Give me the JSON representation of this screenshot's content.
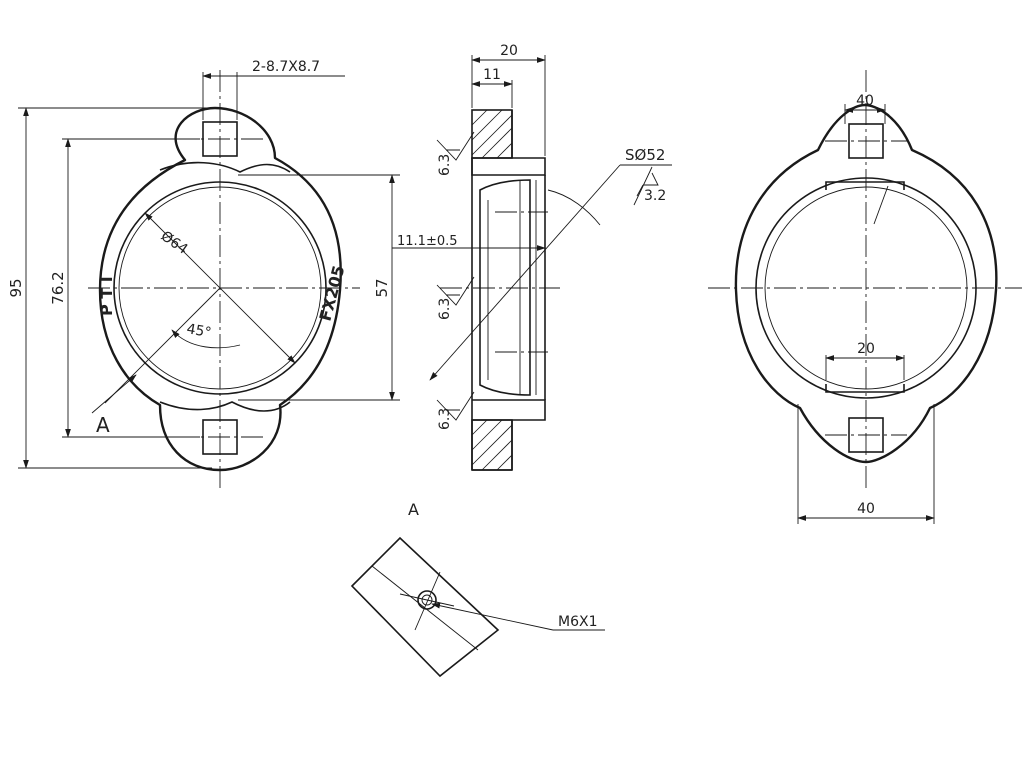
{
  "front_view": {
    "slot_callout": "2-8.7X8.7",
    "dim_overall": "95",
    "dim_bolt_pitch": "76.2",
    "dim_bore": "Ø64",
    "dim_angle": "45°",
    "dim_height": "57",
    "brand_mark": "P T I",
    "model_mark": "FX205",
    "section_label": "A"
  },
  "side_view": {
    "dim_width": "20",
    "dim_flange": "11",
    "dim_offset": "11.1±0.5",
    "sphere_dia": "SØ52",
    "roughness_sphere": "3.2",
    "roughness_top": "6.3",
    "roughness_mid": "6.3",
    "roughness_bottom": "6.3"
  },
  "rear_view": {
    "dim_top_gap": "40",
    "dim_groove": "20",
    "dim_base": "40"
  },
  "detail_view": {
    "title": "A",
    "thread_callout": "M6X1"
  }
}
